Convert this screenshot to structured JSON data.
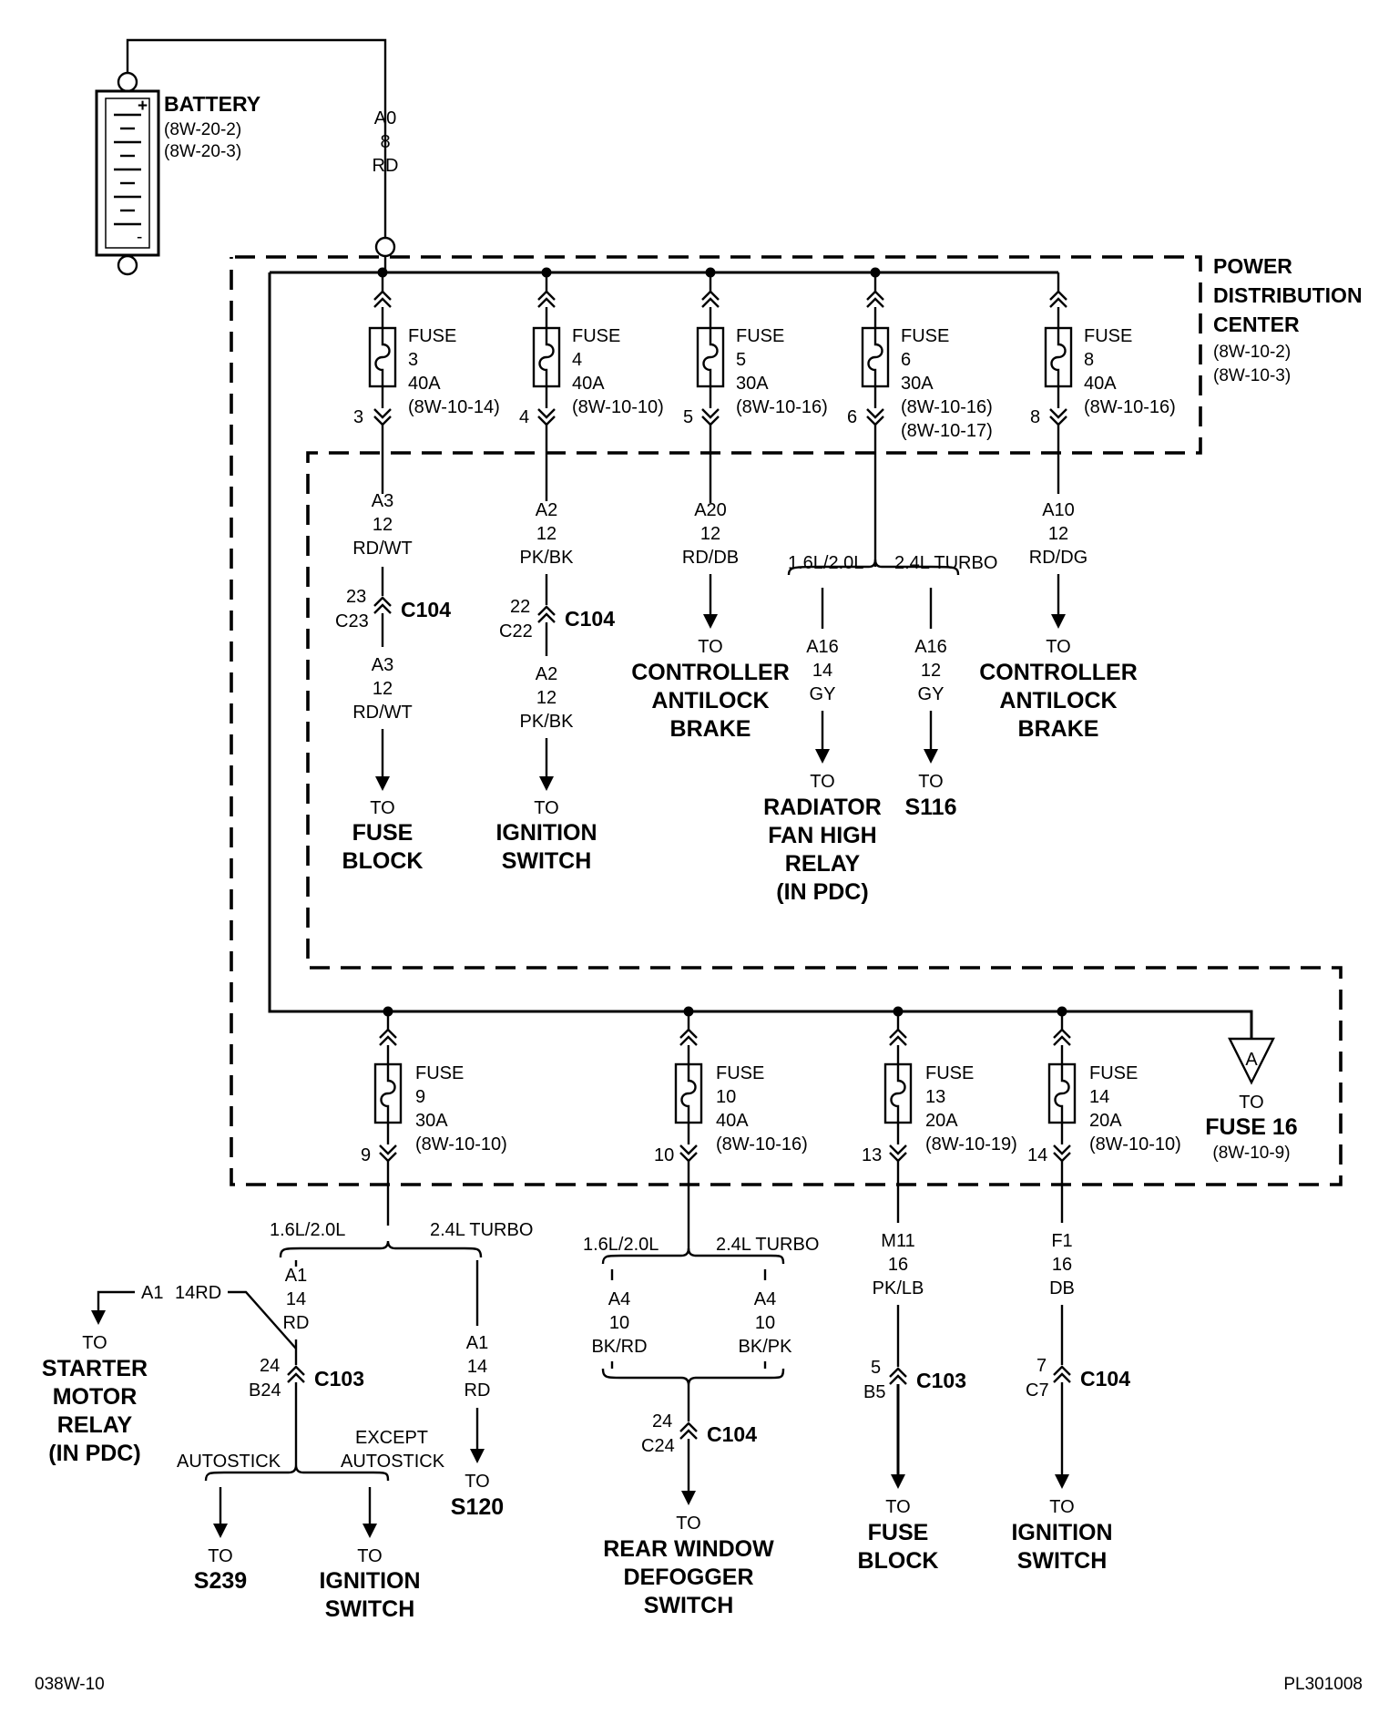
{
  "battery": {
    "name": "BATTERY",
    "ref1": "(8W-20-2)",
    "ref2": "(8W-20-3)",
    "plus": "+",
    "minus": "-"
  },
  "main_wire": {
    "circuit": "A0",
    "gauge": "8",
    "color": "RD"
  },
  "pdc": {
    "line1": "POWER",
    "line2": "DISTRIBUTION",
    "line3": "CENTER",
    "ref1": "(8W-10-2)",
    "ref2": "(8W-10-3)"
  },
  "fuses": {
    "f3": {
      "label": "FUSE",
      "num": "3",
      "amp": "40A",
      "ref": "(8W-10-14)",
      "pin": "3"
    },
    "f4": {
      "label": "FUSE",
      "num": "4",
      "amp": "40A",
      "ref": "(8W-10-10)",
      "pin": "4"
    },
    "f5": {
      "label": "FUSE",
      "num": "5",
      "amp": "30A",
      "ref": "(8W-10-16)",
      "pin": "5"
    },
    "f6": {
      "label": "FUSE",
      "num": "6",
      "amp": "30A",
      "ref": "(8W-10-16)",
      "ref2": "(8W-10-17)",
      "pin": "6"
    },
    "f8": {
      "label": "FUSE",
      "num": "8",
      "amp": "40A",
      "ref": "(8W-10-16)",
      "pin": "8"
    },
    "f9": {
      "label": "FUSE",
      "num": "9",
      "amp": "30A",
      "ref": "(8W-10-10)",
      "pin": "9"
    },
    "f10": {
      "label": "FUSE",
      "num": "10",
      "amp": "40A",
      "ref": "(8W-10-16)",
      "pin": "10"
    },
    "f13": {
      "label": "FUSE",
      "num": "13",
      "amp": "20A",
      "ref": "(8W-10-19)",
      "pin": "13"
    },
    "f14": {
      "label": "FUSE",
      "num": "14",
      "amp": "20A",
      "ref": "(8W-10-10)",
      "pin": "14"
    }
  },
  "wires": {
    "a3_top": {
      "circuit": "A3",
      "gauge": "12",
      "color": "RD/WT"
    },
    "a3_bot": {
      "circuit": "A3",
      "gauge": "12",
      "color": "RD/WT"
    },
    "a2_top": {
      "circuit": "A2",
      "gauge": "12",
      "color": "PK/BK"
    },
    "a2_bot": {
      "circuit": "A2",
      "gauge": "12",
      "color": "PK/BK"
    },
    "a20": {
      "circuit": "A20",
      "gauge": "12",
      "color": "RD/DB"
    },
    "a10": {
      "circuit": "A10",
      "gauge": "12",
      "color": "RD/DG"
    },
    "a16_left": {
      "circuit": "A16",
      "gauge": "14",
      "color": "GY"
    },
    "a16_right": {
      "circuit": "A16",
      "gauge": "12",
      "color": "GY"
    },
    "a1_left": {
      "circuit": "A1",
      "gauge": "14",
      "color": "RD"
    },
    "a1_right": {
      "circuit": "A1",
      "gauge": "14",
      "color": "RD"
    },
    "a1_starter": {
      "circuit": "A1",
      "code": "14RD"
    },
    "a4_left": {
      "circuit": "A4",
      "gauge": "10",
      "color": "BK/RD"
    },
    "a4_right": {
      "circuit": "A4",
      "gauge": "10",
      "color": "BK/PK"
    },
    "m11": {
      "circuit": "M11",
      "gauge": "16",
      "color": "PK/LB"
    },
    "f1": {
      "circuit": "F1",
      "gauge": "16",
      "color": "DB"
    }
  },
  "connectors": {
    "c104_a": {
      "name": "C104",
      "pin": "23",
      "cavity": "C23"
    },
    "c104_b": {
      "name": "C104",
      "pin": "22",
      "cavity": "C22"
    },
    "c103_a": {
      "name": "C103",
      "pin": "24",
      "cavity": "B24"
    },
    "c104_c": {
      "name": "C104",
      "pin": "24",
      "cavity": "C24"
    },
    "c103_b": {
      "name": "C103",
      "pin": "5",
      "cavity": "B5"
    },
    "c104_d": {
      "name": "C104",
      "pin": "7",
      "cavity": "C7"
    }
  },
  "splits": {
    "engine_small": "1.6L/2.0L",
    "engine_turbo": "2.4L TURBO",
    "autostick": "AUTOSTICK",
    "except1": "EXCEPT",
    "except2": "AUTOSTICK"
  },
  "destinations": {
    "to": "TO",
    "fuse_block": [
      "FUSE",
      "BLOCK"
    ],
    "ignition_switch": [
      "IGNITION",
      "SWITCH"
    ],
    "controller_antilock": [
      "CONTROLLER",
      "ANTILOCK",
      "BRAKE"
    ],
    "radiator_fan": [
      "RADIATOR",
      "FAN HIGH",
      "RELAY",
      "(IN PDC)"
    ],
    "s116": "S116",
    "starter_relay": [
      "STARTER",
      "MOTOR",
      "RELAY",
      "(IN PDC)"
    ],
    "s120": "S120",
    "s239": "S239",
    "rear_defogger": [
      "REAR WINDOW",
      "DEFOGGER",
      "SWITCH"
    ],
    "fuse16": {
      "flag": "A",
      "to": "TO",
      "name": "FUSE 16",
      "ref": "(8W-10-9)"
    }
  },
  "footer": {
    "left": "038W-10",
    "right": "PL301008"
  }
}
